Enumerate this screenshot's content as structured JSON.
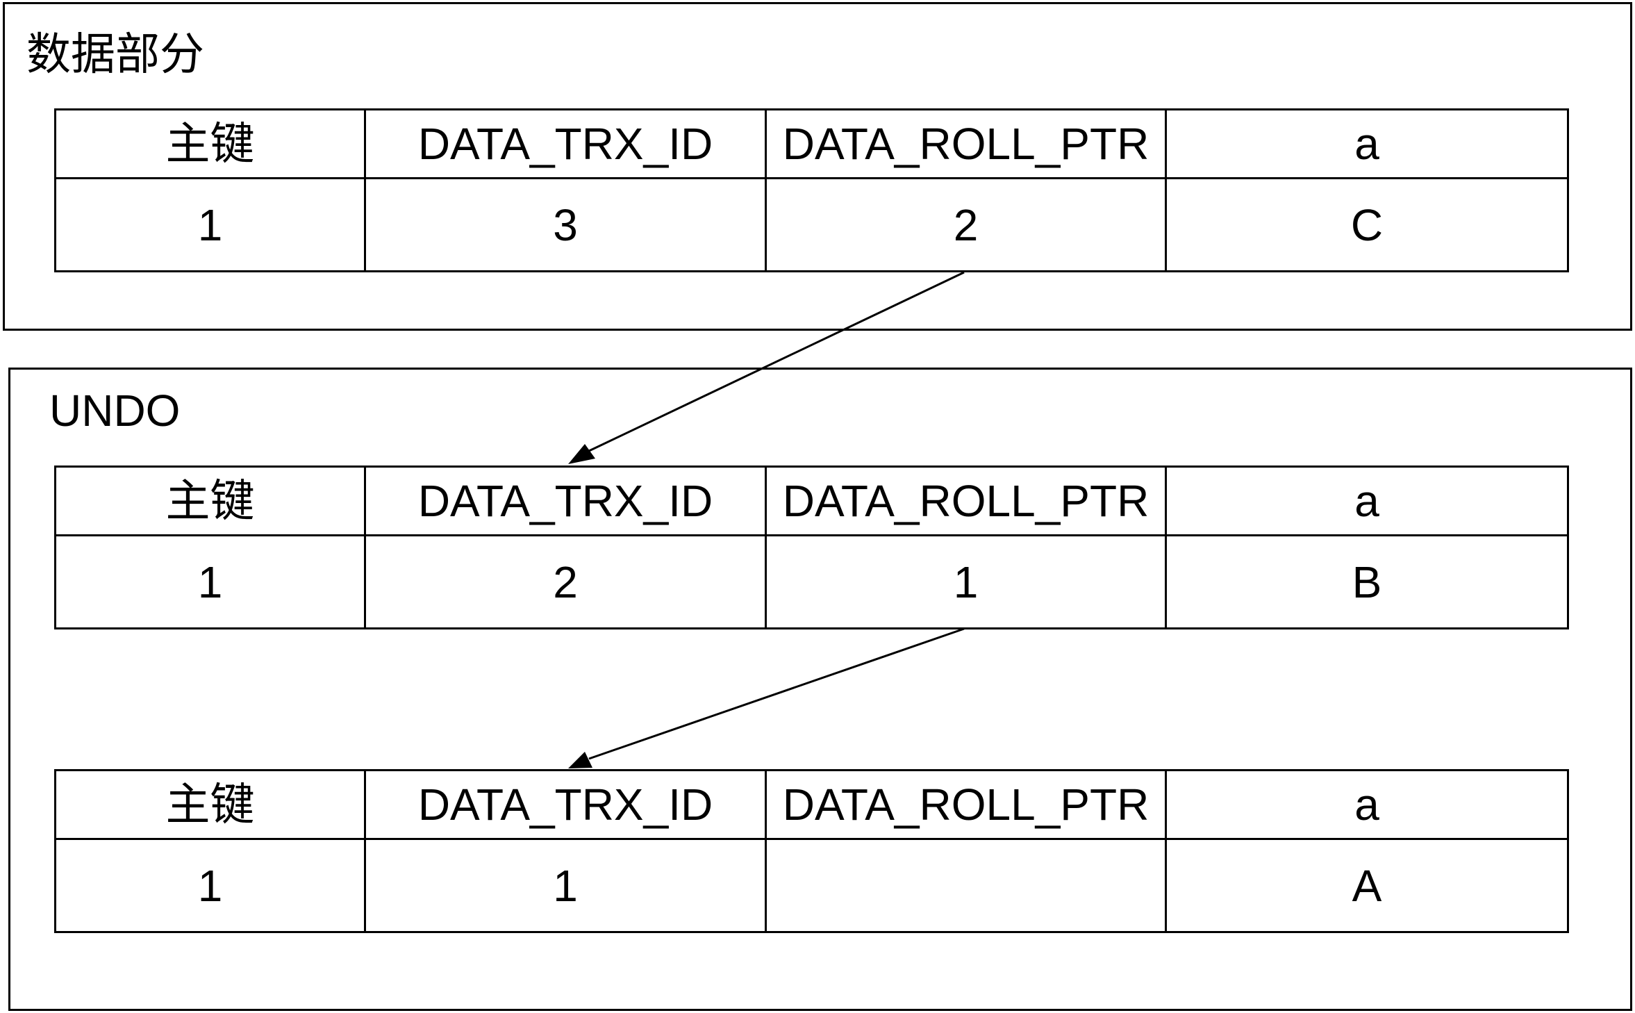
{
  "sections": {
    "data": {
      "title": "数据部分"
    },
    "undo": {
      "title": "UNDO"
    }
  },
  "columns": [
    "主键",
    "DATA_TRX_ID",
    "DATA_ROLL_PTR",
    "a"
  ],
  "records": [
    {
      "section": "data",
      "values": [
        "1",
        "3",
        "2",
        "C"
      ]
    },
    {
      "section": "undo",
      "values": [
        "1",
        "2",
        "1",
        "B"
      ]
    },
    {
      "section": "undo",
      "values": [
        "1",
        "1",
        "",
        "A"
      ]
    }
  ],
  "links": [
    {
      "from": "record 0 DATA_ROLL_PTR",
      "to": "record 1 DATA_TRX_ID"
    },
    {
      "from": "record 1 DATA_ROLL_PTR",
      "to": "record 2 DATA_TRX_ID"
    }
  ],
  "colors": {
    "line": "#000000",
    "background": "#ffffff"
  }
}
